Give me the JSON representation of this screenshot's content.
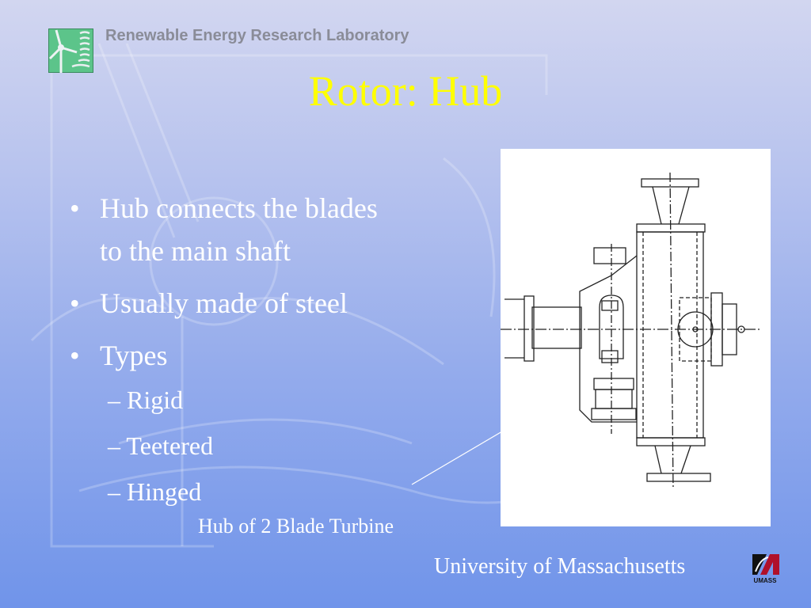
{
  "header": {
    "lab_name": "Renewable Energy Research Laboratory",
    "logo_icon": "wind-turbine-logo"
  },
  "slide": {
    "title": "Rotor: Hub",
    "bullets": [
      {
        "text": "Hub connects the blades to the main shaft",
        "lines": [
          "Hub connects the blades",
          "to the main shaft"
        ]
      },
      {
        "text": "Usually made of steel"
      },
      {
        "text": "Types",
        "subitems": [
          "Rigid",
          "Teetered",
          "Hinged"
        ]
      }
    ],
    "bullet_glyph": "•",
    "sub_glyph": "–",
    "figure_caption": "Hub of 2 Blade Turbine",
    "figure_alt": "Technical line drawing of a 2-blade turbine hub"
  },
  "footer": {
    "institution": "University of Massachusetts",
    "logo_text": "UMASS"
  },
  "colors": {
    "title": "#ffff00",
    "body_text": "#ffffff",
    "lab_name": "#8a8c98",
    "bg_top": "#d2d6f0",
    "bg_bottom": "#7094ea",
    "logo_green": "#5cc48a",
    "umass_red": "#b0102a"
  }
}
